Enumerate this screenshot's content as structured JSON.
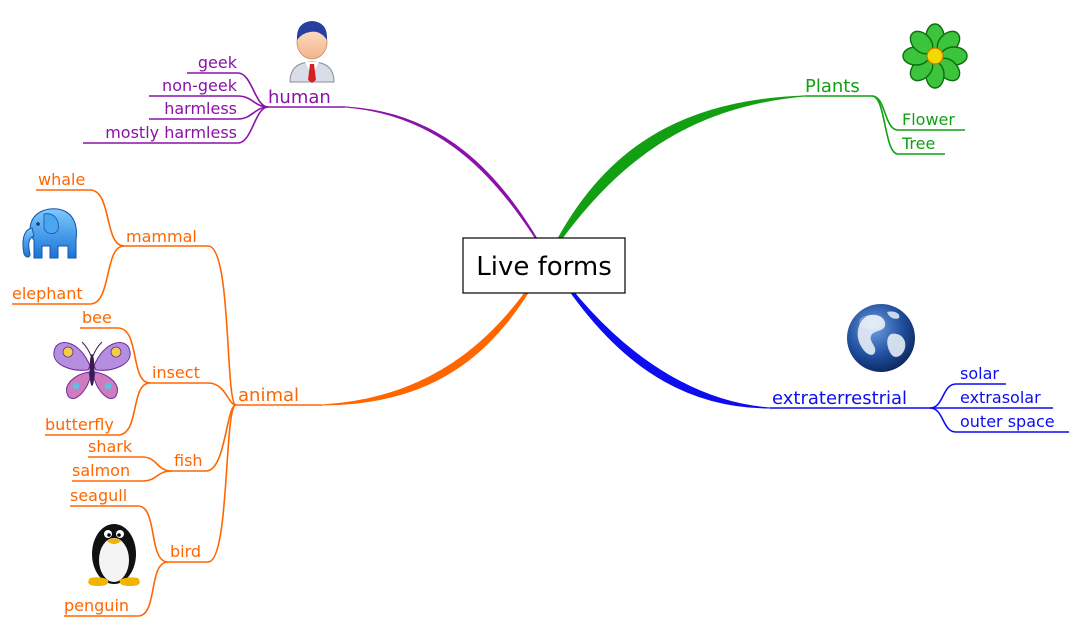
{
  "root": {
    "label": "Live forms"
  },
  "colors": {
    "human": "#8a12a8",
    "plants": "#12a012",
    "animal": "#ff6600",
    "extraterrestrial": "#0d0df0"
  },
  "branches": {
    "human": {
      "label": "human",
      "icon": "user-icon",
      "children": [
        "geek",
        "non-geek",
        "harmless",
        "mostly harmless"
      ]
    },
    "plants": {
      "label": "Plants",
      "icon": "flower-icon",
      "children": [
        "Flower",
        "Tree"
      ]
    },
    "extraterrestrial": {
      "label": "extraterrestrial",
      "icon": "globe-icon",
      "children": [
        "solar",
        "extrasolar",
        "outer space"
      ]
    },
    "animal": {
      "label": "animal",
      "groups": {
        "mammal": {
          "label": "mammal",
          "icon": "elephant-icon",
          "children": [
            "whale",
            "elephant"
          ]
        },
        "insect": {
          "label": "insect",
          "icon": "butterfly-icon",
          "children": [
            "bee",
            "butterfly"
          ]
        },
        "fish": {
          "label": "fish",
          "children": [
            "shark",
            "salmon"
          ]
        },
        "bird": {
          "label": "bird",
          "icon": "penguin-icon",
          "children": [
            "seagull",
            "penguin"
          ]
        }
      }
    }
  }
}
